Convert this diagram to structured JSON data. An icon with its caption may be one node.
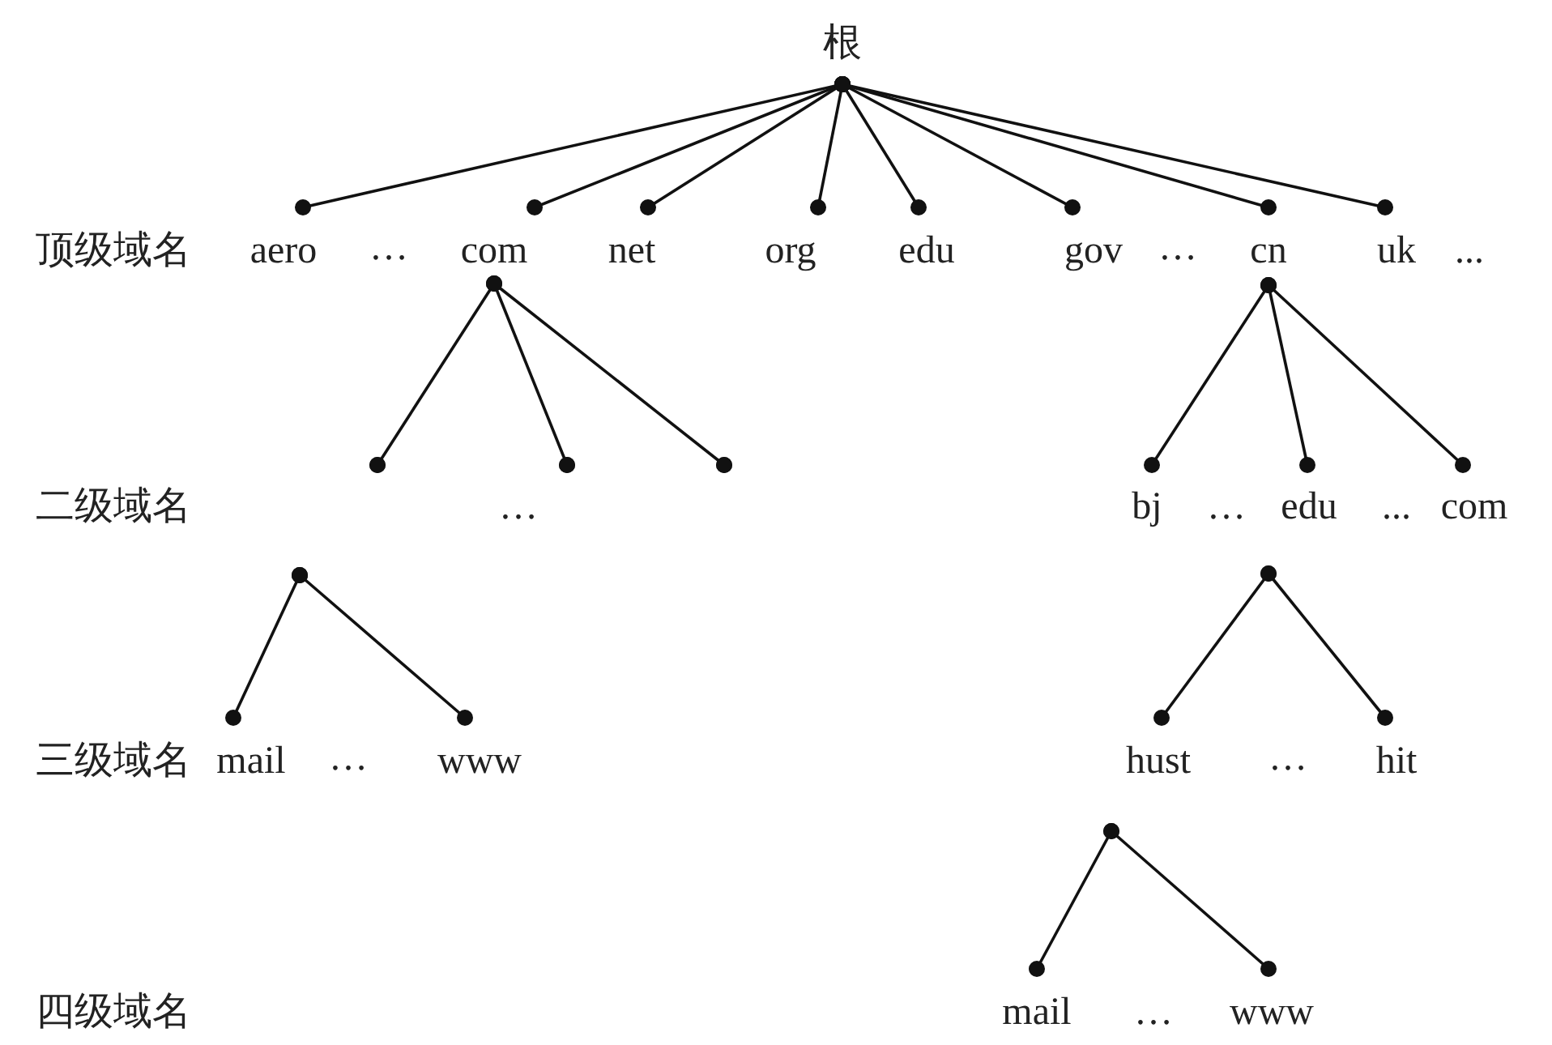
{
  "diagram": {
    "nodes": [
      {
        "text": [
          "根"
        ]
      },
      {
        "text": [
          "aero"
        ]
      },
      {
        "text": [
          "com"
        ]
      },
      {
        "text": [
          "net"
        ]
      },
      {
        "text": [
          "org"
        ]
      },
      {
        "text": [
          "edu"
        ]
      },
      {
        "text": [
          "gov"
        ]
      },
      {
        "text": [
          "cn"
        ]
      },
      {
        "text": [
          "uk"
        ]
      },
      {
        "text": [],
        "shape": "circle"
      },
      {
        "text": [],
        "shape": "circle"
      },
      {
        "text": [],
        "shape": "circle"
      },
      {
        "text": [
          "bj"
        ]
      },
      {
        "text": [
          "edu"
        ]
      },
      {
        "text": [
          "com"
        ]
      },
      {
        "text": [
          "mail"
        ]
      },
      {
        "text": [
          "www"
        ]
      },
      {
        "text": [
          "hust"
        ]
      },
      {
        "text": [
          "hit"
        ]
      },
      {
        "text": [
          "mail"
        ]
      },
      {
        "text": [
          "www"
        ]
      }
    ],
    "edges": [
      {
        "from": 0,
        "to": 1,
        "arrow": "other"
      },
      {
        "from": 0,
        "to": 2,
        "arrow": "other"
      },
      {
        "from": 0,
        "to": 3,
        "arrow": "other"
      },
      {
        "from": 0,
        "to": 4,
        "arrow": "other"
      },
      {
        "from": 0,
        "to": 5,
        "arrow": "other"
      },
      {
        "from": 0,
        "to": 6,
        "arrow": "other"
      },
      {
        "from": 0,
        "to": 7,
        "arrow": "other"
      },
      {
        "from": 0,
        "to": 8,
        "arrow": "other"
      },
      {
        "from": 2,
        "to": 9,
        "arrow": "other"
      },
      {
        "from": 2,
        "to": 10,
        "arrow": "other"
      },
      {
        "from": 2,
        "to": 11,
        "arrow": "other"
      },
      {
        "from": 7,
        "to": 12,
        "arrow": "other"
      },
      {
        "from": 7,
        "to": 13,
        "arrow": "other"
      },
      {
        "from": 7,
        "to": 14,
        "arrow": "other"
      },
      {
        "from": 9,
        "to": 15,
        "arrow": "other"
      },
      {
        "from": 9,
        "to": 16,
        "arrow": "other"
      },
      {
        "from": 13,
        "to": 17,
        "arrow": "other"
      },
      {
        "from": 13,
        "to": 18,
        "arrow": "other"
      },
      {
        "from": 17,
        "to": 19,
        "arrow": "other"
      },
      {
        "from": 17,
        "to": 20,
        "arrow": "other"
      }
    ],
    "labels": [
      "顶级域名",
      "…",
      "…",
      "...",
      "二级域名",
      "…",
      "…",
      "...",
      "三级域名",
      "…",
      "…",
      "四级域名",
      "…"
    ]
  }
}
